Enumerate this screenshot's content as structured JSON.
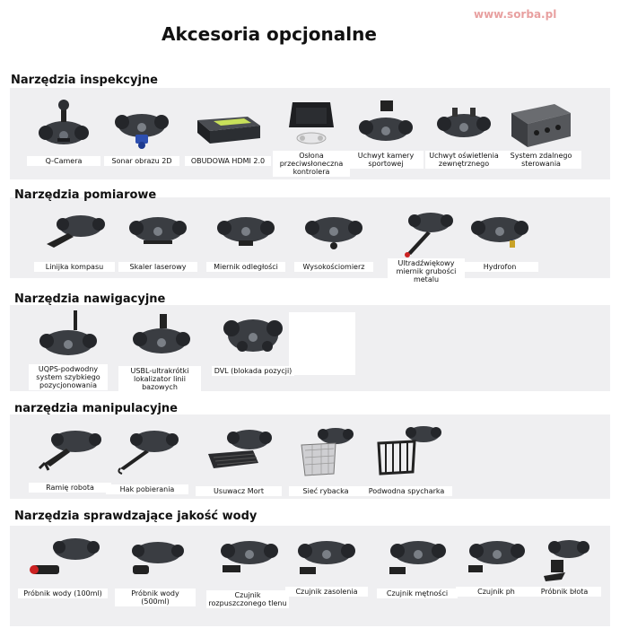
{
  "site": {
    "watermark": "www.sorba.pl"
  },
  "page": {
    "title": "Akcesoria opcjonalne"
  },
  "sections": [
    {
      "heading": "Narzędzia inspekcyjne",
      "items": [
        {
          "label": "Q-Camera",
          "icon": "drone-with-camera-icon"
        },
        {
          "label": "Sonar obrazu 2D",
          "icon": "drone-with-sonar-icon"
        },
        {
          "label": "OBUDOWA HDMI 2.0",
          "icon": "hdmi-box-icon"
        },
        {
          "label": "Osłona przeciwsłoneczna kontrolera",
          "icon": "controller-sunshade-icon"
        },
        {
          "label": "Uchwyt kamery sportowej",
          "icon": "drone-action-camera-icon"
        },
        {
          "label": "Uchwyt oświetlenia zewnętrznego",
          "icon": "drone-light-mount-icon"
        },
        {
          "label": "System zdalnego sterowania",
          "icon": "remote-control-box-icon"
        }
      ]
    },
    {
      "heading": "Narzędzia pomiarowe",
      "items": [
        {
          "label": "Linijka kompasu",
          "icon": "drone-compass-ruler-icon"
        },
        {
          "label": "Skaler laserowy",
          "icon": "drone-laser-scaler-icon"
        },
        {
          "label": "Miernik odległości",
          "icon": "drone-distance-meter-icon"
        },
        {
          "label": "Wysokościomierz",
          "icon": "drone-altimeter-icon"
        },
        {
          "label": "Ultradźwiękowy miernik grubości metalu",
          "icon": "drone-thickness-gauge-icon"
        },
        {
          "label": "Hydrofon",
          "icon": "drone-hydrophone-icon"
        }
      ]
    },
    {
      "heading": "Narzędzia nawigacyjne",
      "items": [
        {
          "label": "UQPS-podwodny system szybkiego pozycjonowania",
          "icon": "drone-uqps-icon"
        },
        {
          "label": "USBL-ultrakrótki lokalizator linii bazowych",
          "icon": "drone-usbl-icon"
        },
        {
          "label": "DVL (blokada pozycji)",
          "icon": "drone-dvl-icon"
        }
      ]
    },
    {
      "heading": "narzędzia manipulacyjne",
      "items": [
        {
          "label": "Ramię robota",
          "icon": "drone-robot-arm-icon"
        },
        {
          "label": "Hak pobierania",
          "icon": "drone-hook-icon"
        },
        {
          "label": "Usuwacz Mort",
          "icon": "drone-mort-remover-icon"
        },
        {
          "label": "Sieć rybacka",
          "icon": "drone-fishing-net-icon"
        },
        {
          "label": "Podwodna spycharka",
          "icon": "drone-dozer-icon"
        }
      ]
    },
    {
      "heading": "Narzędzia sprawdzające jakość wody",
      "items": [
        {
          "label": "Próbnik wody (100ml)",
          "icon": "drone-water-sampler-100-icon"
        },
        {
          "label": "Próbnik wody (500ml)",
          "icon": "drone-water-sampler-500-icon"
        },
        {
          "label": "Czujnik rozpuszczonego tlenu",
          "icon": "drone-oxygen-sensor-icon"
        },
        {
          "label": "Czujnik zasolenia",
          "icon": "drone-salinity-sensor-icon"
        },
        {
          "label": "Czujnik mętności",
          "icon": "drone-turbidity-sensor-icon"
        },
        {
          "label": "Czujnik ph",
          "icon": "drone-ph-sensor-icon"
        },
        {
          "label": "Próbnik błota",
          "icon": "drone-mud-sampler-icon"
        }
      ]
    }
  ]
}
